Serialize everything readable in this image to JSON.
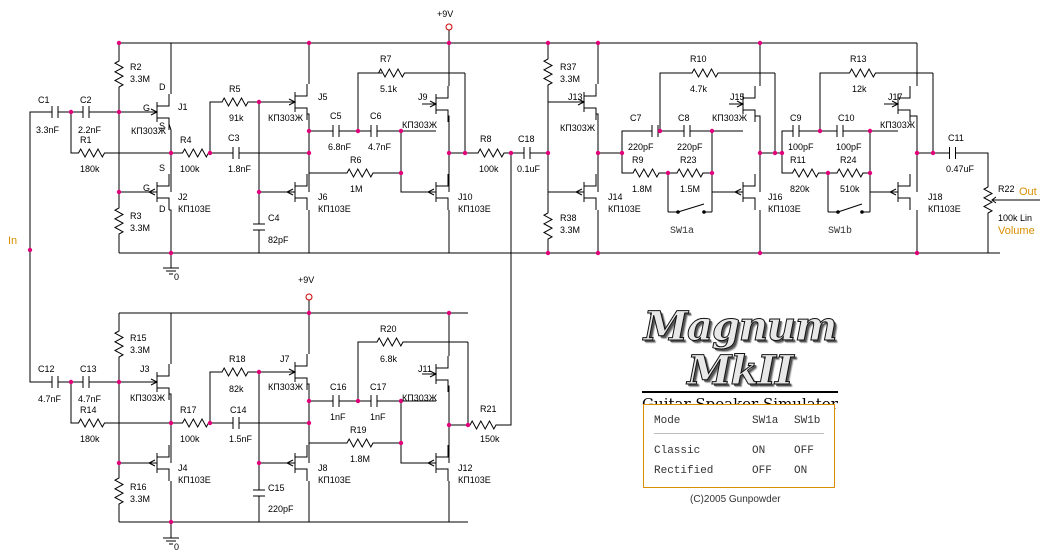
{
  "supply": {
    "top": "+9V",
    "bottom": "+9V"
  },
  "ground": {
    "top": "0",
    "bottom": "0"
  },
  "io": {
    "in": "In",
    "out": "Out",
    "volume": "Volume"
  },
  "labels": {
    "C1": "C1",
    "C1v": "3.3nF",
    "C2": "C2",
    "C2v": "2.2nF",
    "R1": "R1",
    "R1v": "180k",
    "R2": "R2",
    "R2v": "3.3M",
    "R3": "R3",
    "R3v": "3.3M",
    "J1": "J1",
    "J1t": "КП303Ж",
    "J2": "J2",
    "J2t": "КП103Е",
    "D1": "D",
    "G1": "G",
    "S1": "S",
    "D2": "D",
    "G2": "G",
    "S2": "S",
    "R4": "R4",
    "R4v": "100k",
    "R5": "R5",
    "R5v": "91k",
    "C3": "C3",
    "C3v": "1.8nF",
    "C4": "C4",
    "C4v": "82pF",
    "J5": "J5",
    "J5t": "КП303Ж",
    "J6": "J6",
    "J6t": "КП103Е",
    "C5": "C5",
    "C5v": "6.8nF",
    "C6": "C6",
    "C6v": "4.7nF",
    "R6": "R6",
    "R6v": "1M",
    "R7": "R7",
    "R7v": "5.1k",
    "J9": "J9",
    "J9t": "КП303Ж",
    "J10": "J10",
    "J10t": "КП103Е",
    "R8": "R8",
    "R8v": "100k",
    "C18": "C18",
    "C18v": "0.1uF",
    "R37": "R37",
    "R37v": "3.3M",
    "R38": "R38",
    "R38v": "3.3M",
    "J13": "J13",
    "J13t": "КП303Ж",
    "J14": "J14",
    "J14t": "КП103Е",
    "C7": "C7",
    "C7v": "220pF",
    "C8": "C8",
    "C8v": "220pF",
    "R9": "R9",
    "R9v": "1.8M",
    "R23": "R23",
    "R23v": "1.5M",
    "R10": "R10",
    "R10v": "4.7k",
    "J15": "J15",
    "J15t": "КП303Ж",
    "J16": "J16",
    "J16t": "КП103Е",
    "SW1a": "SW1a",
    "C9": "C9",
    "C9v": "100pF",
    "C10": "C10",
    "C10v": "100pF",
    "R11": "R11",
    "R11v": "820k",
    "R24": "R24",
    "R24v": "510k",
    "R13": "R13",
    "R13v": "12k",
    "J17": "J17",
    "J17t": "КП303Ж",
    "J18": "J18",
    "J18t": "КП103Е",
    "SW1b": "SW1b",
    "C11": "C11",
    "C11v": "0.47uF",
    "R22": "R22",
    "R22v": "100k Lin",
    "C12": "C12",
    "C12v": "4.7nF",
    "C13": "C13",
    "C13v": "4.7nF",
    "R14": "R14",
    "R14v": "180k",
    "R15": "R15",
    "R15v": "3.3M",
    "R16": "R16",
    "R16v": "3.3M",
    "J3": "J3",
    "J3t": "КП303Ж",
    "J4": "J4",
    "J4t": "КП103Е",
    "R17": "R17",
    "R17v": "100k",
    "R18": "R18",
    "R18v": "82k",
    "C14": "C14",
    "C14v": "1.5nF",
    "C15": "C15",
    "C15v": "220pF",
    "J7": "J7",
    "J7t": "КП303Ж",
    "J8": "J8",
    "J8t": "КП103Е",
    "C16": "C16",
    "C16v": "1nF",
    "C17": "C17",
    "C17v": "1nF",
    "R19": "R19",
    "R19v": "1.8M",
    "R20": "R20",
    "R20v": "6.8k",
    "J11": "J11",
    "J11t": "КП303Ж",
    "J12": "J12",
    "J12t": "КП103Е",
    "R21": "R21",
    "R21v": "150k"
  },
  "logo": {
    "title": "Magnum MkII",
    "subtitle": "Guitar Speaker Simulator"
  },
  "mode_table": {
    "header": [
      "Mode",
      "SW1a",
      "SW1b"
    ],
    "rows": [
      [
        "Classic",
        "ON",
        "OFF"
      ],
      [
        "Rectified",
        "OFF",
        "ON"
      ]
    ]
  },
  "copyright": "(C)2005 Gunpowder",
  "colors": {
    "wire": "#000000",
    "node": "#e0007a",
    "accent": "#d98e00",
    "blue": "#0000cc",
    "red": "#cc0000"
  }
}
